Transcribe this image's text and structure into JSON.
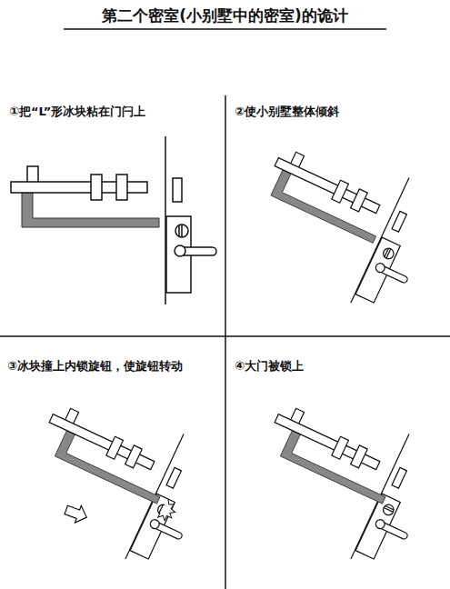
{
  "diagram": {
    "title": "第二个密室(小别墅中的密室)的诡计",
    "labels": [
      "①把“L”形冰块粘在门闩上",
      "②使小别墅整体倾斜",
      "③冰块撞上内锁旋钮，使旋钮转动",
      "④大门被锁上"
    ]
  }
}
